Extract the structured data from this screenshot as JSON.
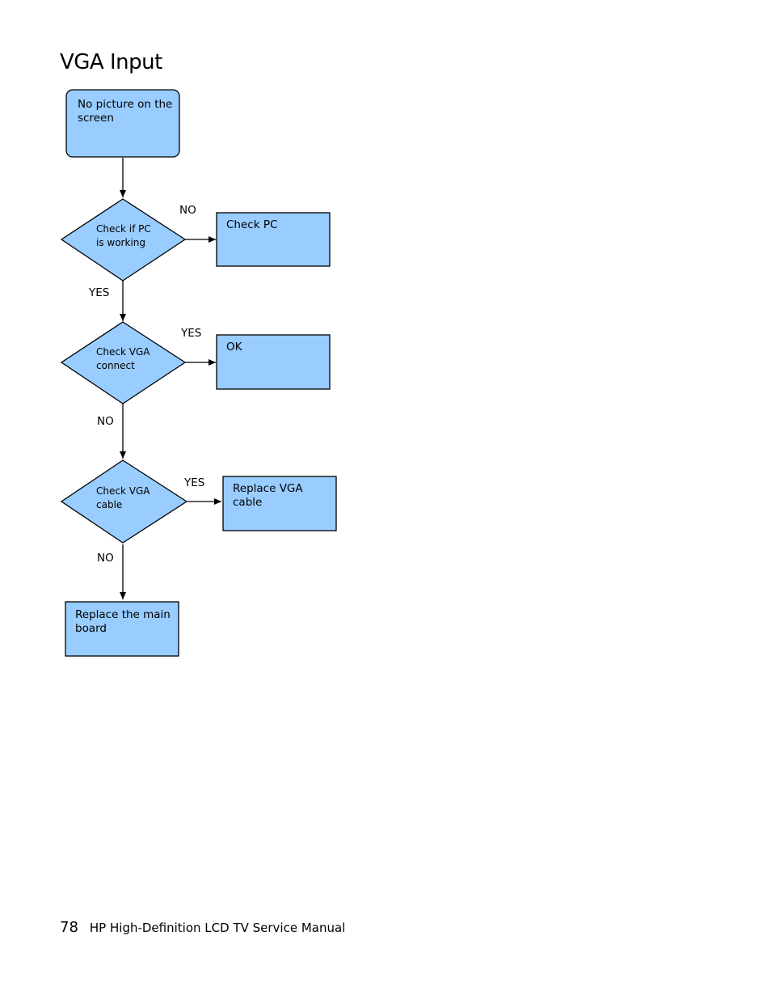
{
  "title": "VGA Input",
  "nodes": {
    "start": {
      "lines": [
        "No picture on the",
        "screen"
      ]
    },
    "check_pc_working": {
      "lines": [
        "Check if PC",
        "is working"
      ]
    },
    "check_pc": {
      "lines": [
        "Check PC"
      ]
    },
    "check_vga_connect": {
      "lines": [
        "Check VGA",
        "connect"
      ]
    },
    "ok": {
      "lines": [
        "OK"
      ]
    },
    "check_vga_cable": {
      "lines": [
        "Check VGA",
        "cable"
      ]
    },
    "replace_vga_cable": {
      "lines": [
        "Replace VGA",
        "cable"
      ]
    },
    "replace_main_board": {
      "lines": [
        "Replace the main",
        "board"
      ]
    }
  },
  "edge_labels": {
    "pc_no": "NO",
    "pc_yes": "YES",
    "connect_yes": "YES",
    "connect_no": "NO",
    "cable_yes": "YES",
    "cable_no": "NO"
  },
  "colors": {
    "fill": "#99ccff",
    "stroke": "#000000"
  },
  "footer": {
    "page_number": "78",
    "manual_title": "HP High-Definition LCD TV Service Manual"
  }
}
